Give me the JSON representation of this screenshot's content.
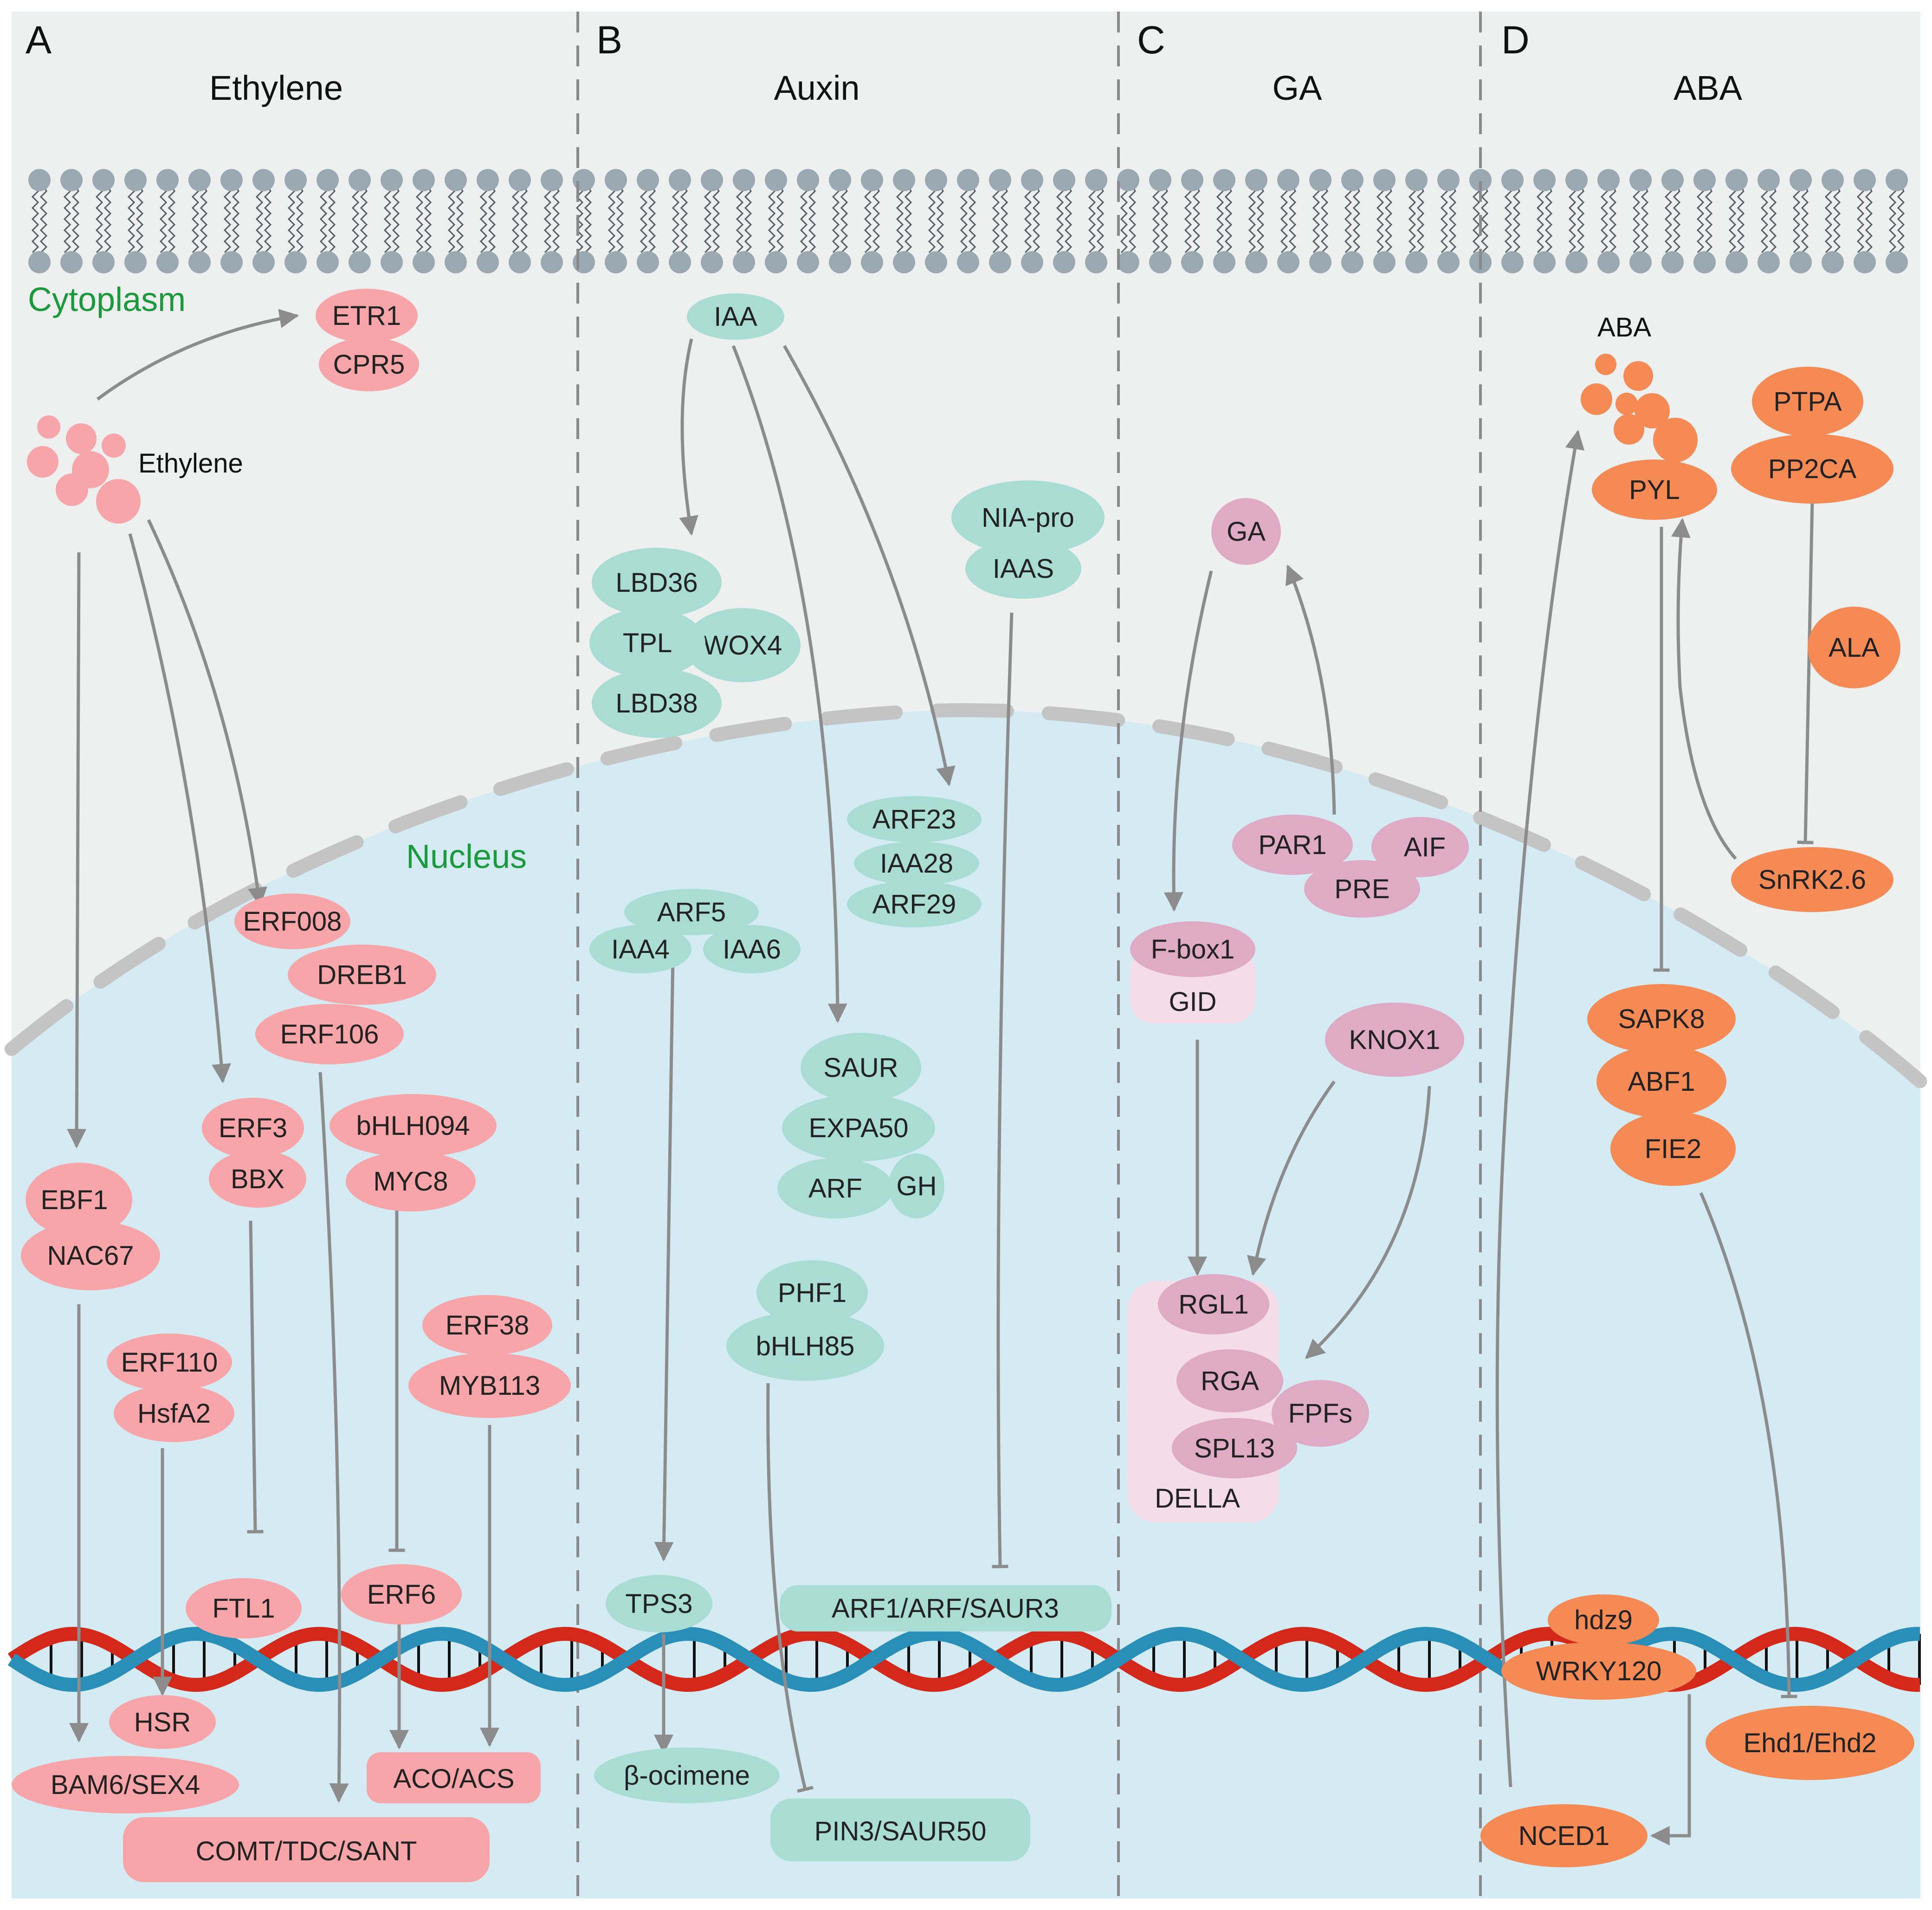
{
  "colors": {
    "cytoplasm": "#eef0ef",
    "nucleus": "#d4ebf3",
    "membrane": "#9aa8b2",
    "ethylene": "#f7a5a8",
    "auxin": "#a9ddd4",
    "ga": "#deaac4",
    "ga_container": "#f5dde7",
    "aba": "#f58a55",
    "arrow": "#8c8c8c",
    "label_green": "#1a9a3a",
    "dna_red": "#d4291a",
    "dna_blue": "#2a8fb8"
  },
  "panels": [
    {
      "letter": "A",
      "title": "Ethylene"
    },
    {
      "letter": "B",
      "title": "Auxin"
    },
    {
      "letter": "C",
      "title": "GA"
    },
    {
      "letter": "D",
      "title": "ABA"
    }
  ],
  "compartments": {
    "cytoplasm": "Cytoplasm",
    "nucleus": "Nucleus"
  },
  "ethylene": {
    "signal": "Ethylene",
    "receptor": [
      "ETR1",
      "CPR5"
    ],
    "erf_group": [
      "ERF008",
      "DREB1",
      "ERF106"
    ],
    "ebf_group": [
      "EBF1",
      "NAC67"
    ],
    "erf3_group": [
      "ERF3",
      "BBX"
    ],
    "bhlh_group": [
      "bHLH094",
      "MYC8"
    ],
    "erf110_group": [
      "ERF110",
      "HsfA2"
    ],
    "erf38_group": [
      "ERF38",
      "MYB113"
    ],
    "ftl1": "FTL1",
    "erf6": "ERF6",
    "hsr": "HSR",
    "bam": "BAM6/SEX4",
    "aco": "ACO/ACS",
    "comt": "COMT/TDC/SANT"
  },
  "auxin": {
    "iaa": "IAA",
    "lbd_group": [
      "LBD36",
      "TPL",
      "WOX4",
      "LBD38"
    ],
    "nia_group": [
      "NIA-pro",
      "IAAS"
    ],
    "arf23_group": [
      "ARF23",
      "IAA28",
      "ARF29"
    ],
    "arf5_group": [
      "ARF5",
      "IAA4",
      "IAA6"
    ],
    "saur_group": [
      "SAUR",
      "EXPA50",
      "ARF",
      "GH"
    ],
    "phf_group": [
      "PHF1",
      "bHLH85"
    ],
    "tps3": "TPS3",
    "arf1": "ARF1/ARF/SAUR3",
    "ocimene": "β-ocimene",
    "pin3": "PIN3/SAUR50"
  },
  "ga": {
    "ga": "GA",
    "par_group": [
      "PAR1",
      "AIF",
      "PRE"
    ],
    "fbox": [
      "F-box1",
      "GID"
    ],
    "knox": "KNOX1",
    "della_group": [
      "RGL1",
      "RGA",
      "FPFs",
      "SPL13",
      "DELLA"
    ]
  },
  "aba": {
    "aba_label": "ABA",
    "pyl": "PYL",
    "ptpa_group": [
      "PTPA",
      "PP2CA"
    ],
    "ala": "ALA",
    "snrk": "SnRK2.6",
    "sapk_group": [
      "SAPK8",
      "ABF1",
      "FIE2"
    ],
    "hdz_group": [
      "hdz9",
      "WRKY120"
    ],
    "ehd": "Ehd1/Ehd2",
    "nced": "NCED1"
  }
}
